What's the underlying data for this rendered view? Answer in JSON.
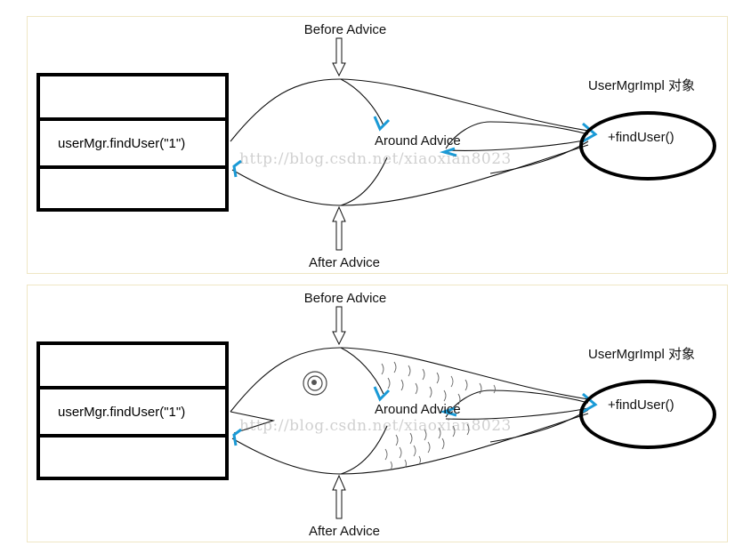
{
  "colors": {
    "stroke": "#111111",
    "accent": "#1a9ad6",
    "panel_border": "#efe6c4",
    "watermark": "#909090"
  },
  "icons": {
    "flow_arrow": "blue-arrow-head-icon",
    "advice_arrow": "hollow-arrow-icon",
    "eye": "fish-eye-icon"
  },
  "panels": [
    {
      "before_advice": "Before Advice",
      "after_advice": "After Advice",
      "around_advice": "Around Advice",
      "target_object": "UserMgrImpl 对象",
      "target_method": "+findUser()",
      "call": "userMgr.findUser(\"1\")",
      "watermark": "http://blog.csdn.net/xiaoxian8023"
    },
    {
      "before_advice": "Before Advice",
      "after_advice": "After Advice",
      "around_advice": "Around Advice",
      "target_object": "UserMgrImpl 对象",
      "target_method": "+findUser()",
      "call": "userMgr.findUser(\"1\")",
      "watermark": "http://blog.csdn.net/xiaoxian8023"
    }
  ]
}
